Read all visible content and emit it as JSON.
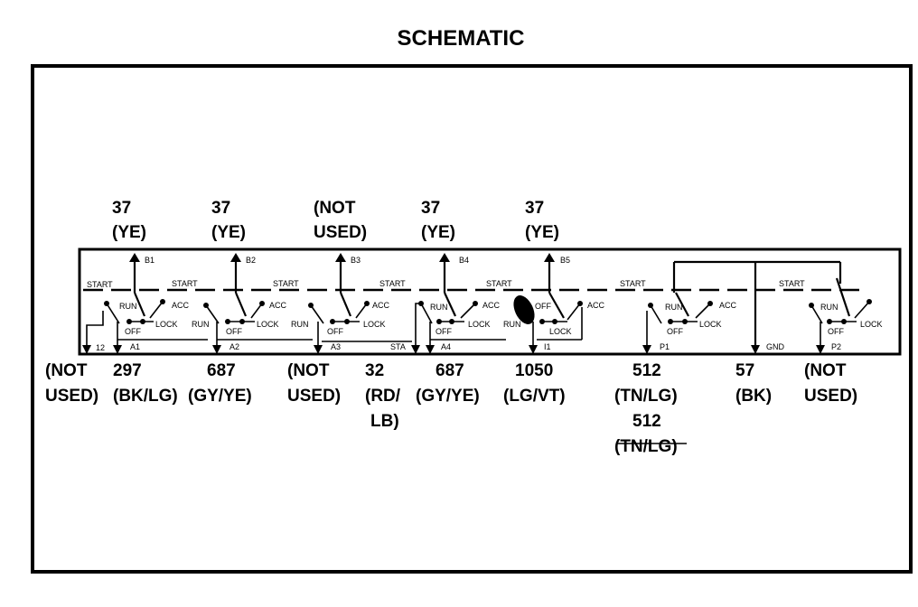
{
  "title": "SCHEMATIC",
  "top_labels": [
    {
      "lines": [
        "37",
        "(YE)"
      ]
    },
    {
      "lines": [
        "37",
        "(YE)"
      ]
    },
    {
      "lines": [
        "(NOT",
        "USED)"
      ]
    },
    {
      "lines": [
        "37",
        "(YE)"
      ]
    },
    {
      "lines": [
        "37",
        "(YE)"
      ]
    }
  ],
  "top_pins": [
    "B1",
    "B2",
    "B3",
    "B4",
    "B5"
  ],
  "bottom_pins": [
    "12",
    "A1",
    "A2",
    "A3",
    "STA",
    "A4",
    "I1",
    "P1",
    "GND",
    "P2"
  ],
  "bottom_labels": [
    {
      "lines": [
        "(NOT",
        "USED)"
      ]
    },
    {
      "lines": [
        "297",
        "(BK/LG)"
      ]
    },
    {
      "lines": [
        "687",
        "(GY/YE)"
      ]
    },
    {
      "lines": [
        "(NOT",
        "USED)"
      ]
    },
    {
      "lines": [
        "32",
        "(RD/",
        "LB)"
      ]
    },
    {
      "lines": [
        "687",
        "(GY/YE)"
      ]
    },
    {
      "lines": [
        "1050",
        "(LG/VT)"
      ]
    },
    {
      "lines": [
        "512",
        "(TN/LG)",
        "512",
        "(TN/LG)"
      ]
    },
    {
      "lines": [
        "57",
        "(BK)"
      ]
    },
    {
      "lines": [
        "(NOT",
        "USED)"
      ]
    }
  ],
  "switch_labels": {
    "start": "START",
    "run": "RUN",
    "acc": "ACC",
    "off": "OFF",
    "lock": "LOCK"
  },
  "colors": {
    "line": "#000000",
    "background": "#ffffff"
  }
}
